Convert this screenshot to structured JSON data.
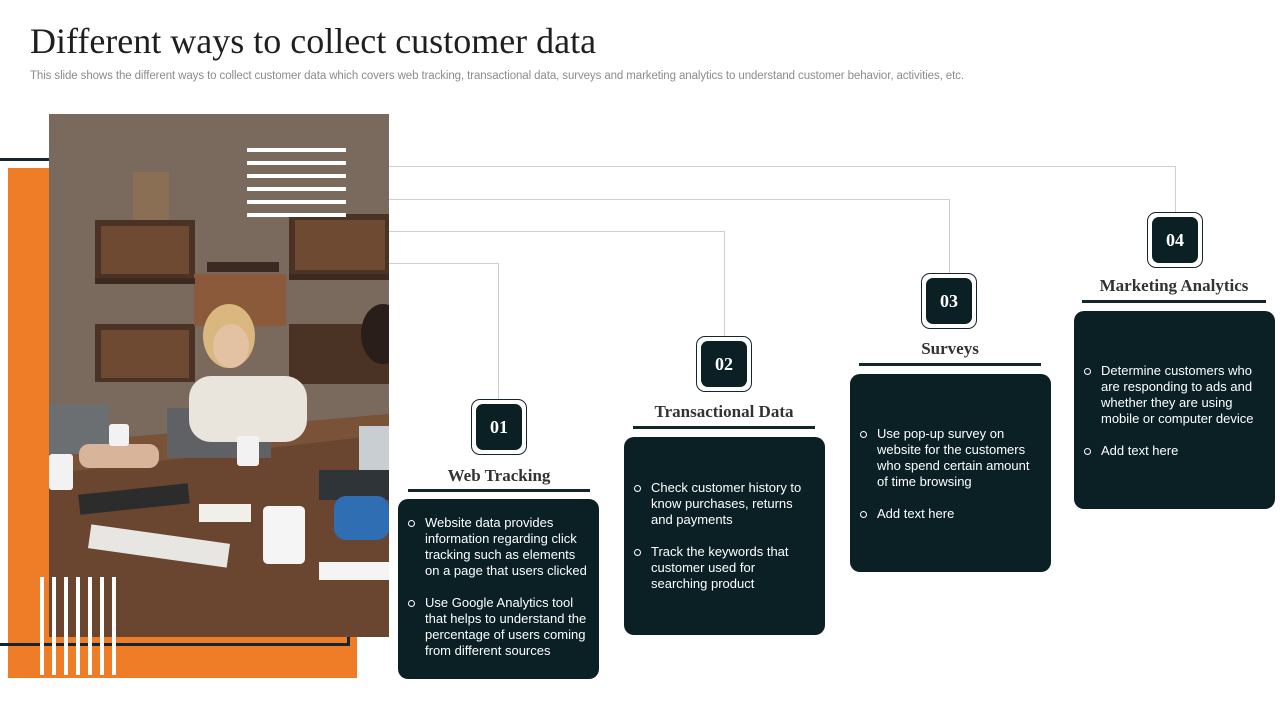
{
  "slide": {
    "title": "Different ways to collect customer data",
    "subtitle": "This slide shows the different ways to collect customer data which covers web tracking, transactional data, surveys and marketing analytics to understand customer behavior, activities, etc."
  },
  "steps": [
    {
      "number": "01",
      "title": "Web Tracking",
      "bullets": [
        "Website data provides information regarding click tracking such as elements on a page that users clicked",
        "Use Google Analytics tool that helps to understand the percentage of users coming from different  sources"
      ]
    },
    {
      "number": "02",
      "title": "Transactional Data",
      "bullets": [
        "Check customer history to know purchases, returns and payments",
        "Track the keywords that customer used for searching product"
      ]
    },
    {
      "number": "03",
      "title": "Surveys",
      "bullets": [
        "Use pop-up survey on website for the customers who spend certain amount of time browsing",
        "Add text here"
      ]
    },
    {
      "number": "04",
      "title": "Marketing Analytics",
      "bullets": [
        "Determine customers who are responding to ads and whether they are using mobile or computer device",
        "Add text here"
      ]
    }
  ],
  "colors": {
    "accent_orange": "#ef7d27",
    "dark_teal": "#0b2025",
    "text_gray": "#8c8c8c"
  }
}
